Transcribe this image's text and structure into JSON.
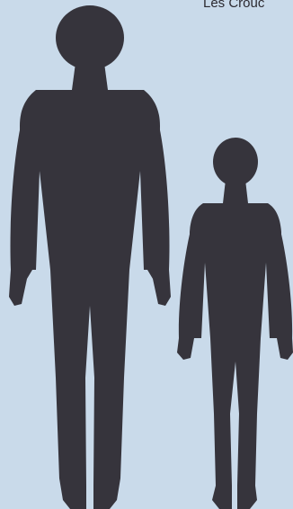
{
  "caption": "Les Crouc",
  "colors": {
    "background": "#c9daea",
    "silhouette": "#36343c",
    "text": "#2b2930"
  },
  "figures": [
    {
      "name": "tall-figure",
      "kind": "human-silhouette"
    },
    {
      "name": "short-figure",
      "kind": "human-silhouette"
    }
  ]
}
